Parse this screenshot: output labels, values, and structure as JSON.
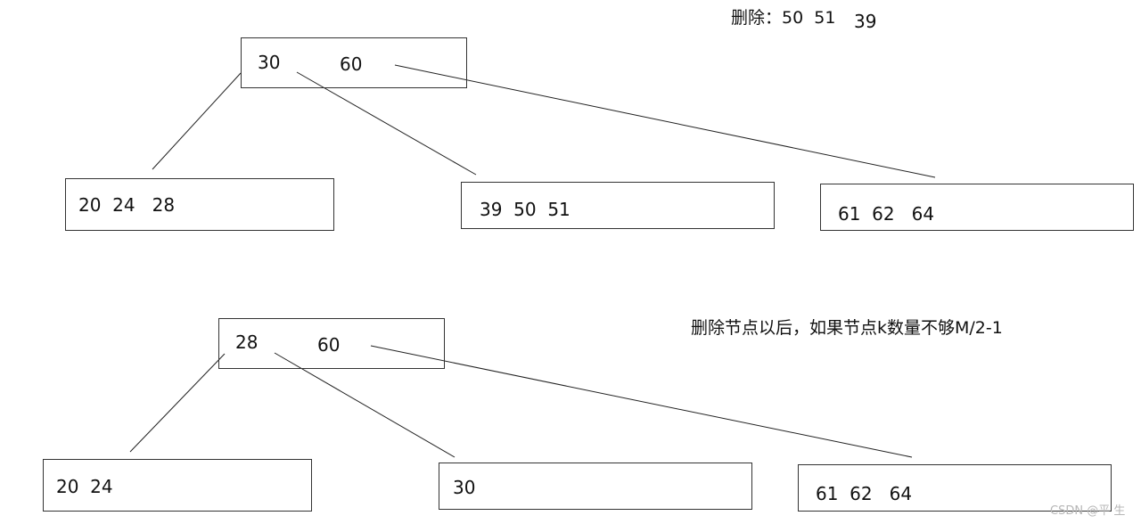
{
  "notes": {
    "delete_label": "删除：50  51",
    "delete_extra": "39",
    "rule": "删除节点以后，如果节点k数量不够M/2-1"
  },
  "tree_before": {
    "root": {
      "key1": "30",
      "key2": "60"
    },
    "leaf_left": "20  24   28",
    "leaf_mid": "39  50  51",
    "leaf_right": "61  62   64"
  },
  "tree_after": {
    "root": {
      "key1": "28",
      "key2": "60"
    },
    "leaf_left": "20  24",
    "leaf_mid": "30",
    "leaf_right": "61  62   64"
  },
  "watermark": "CSDN @平 生"
}
